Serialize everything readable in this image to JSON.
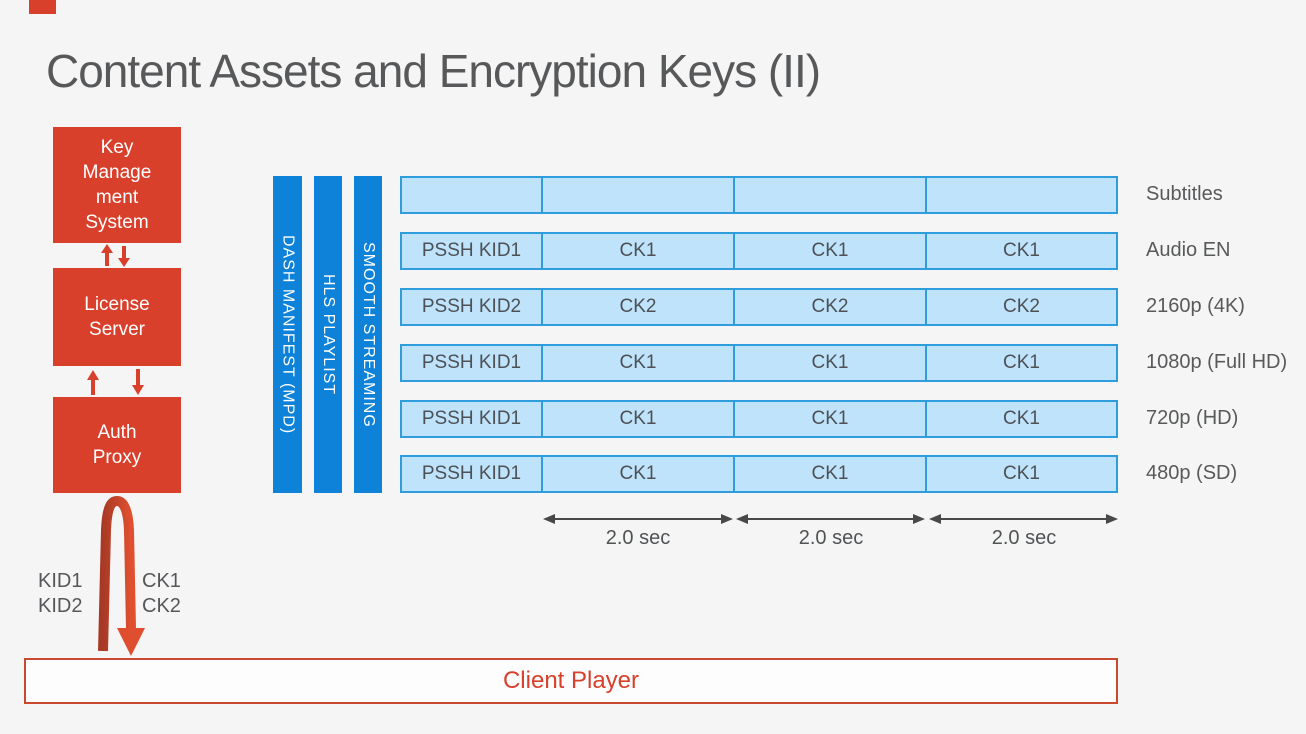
{
  "slide": {
    "title": "Content Assets and Encryption Keys (II)"
  },
  "colors": {
    "accent_red": "#D8402C",
    "arch_red_dark": "#A83A25",
    "arch_red_bright": "#E04F30",
    "bar_blue": "#0E82D8",
    "cell_fill": "#BEE3FA",
    "cell_border": "#2F9CDC",
    "text_gray": "#58595B"
  },
  "drm_chain": {
    "boxes": [
      {
        "label": "Key\nManage\nment\nSystem"
      },
      {
        "label": "License\nServer"
      },
      {
        "label": "Auth\nProxy"
      }
    ]
  },
  "manifest_bars": [
    {
      "label": "DASH MANIFEST (MPD)"
    },
    {
      "label": "HLS PLAYLIST"
    },
    {
      "label": "SMOOTH STREAMING"
    }
  ],
  "asset_table": {
    "tracks": [
      {
        "label": "Subtitles",
        "cells": [
          "",
          "",
          "",
          ""
        ]
      },
      {
        "label": "Audio EN",
        "cells": [
          "PSSH KID1",
          "CK1",
          "CK1",
          "CK1"
        ]
      },
      {
        "label": "2160p (4K)",
        "cells": [
          "PSSH KID2",
          "CK2",
          "CK2",
          "CK2"
        ]
      },
      {
        "label": "1080p (Full HD)",
        "cells": [
          "PSSH KID1",
          "CK1",
          "CK1",
          "CK1"
        ]
      },
      {
        "label": "720p (HD)",
        "cells": [
          "PSSH KID1",
          "CK1",
          "CK1",
          "CK1"
        ]
      },
      {
        "label": "480p (SD)",
        "cells": [
          "PSSH KID1",
          "CK1",
          "CK1",
          "CK1"
        ]
      }
    ],
    "segment_durations": [
      "2.0 sec",
      "2.0 sec",
      "2.0 sec"
    ]
  },
  "key_exchange": {
    "kids": "KID1\nKID2",
    "content_keys": "CK1\nCK2"
  },
  "client_player": {
    "label": "Client Player"
  }
}
